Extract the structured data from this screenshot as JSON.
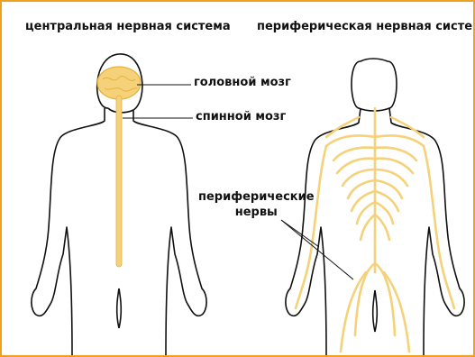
{
  "headings": {
    "central": "центральная нервная система",
    "peripheral": "периферическая нервная система"
  },
  "labels": {
    "brain": "головной мозг",
    "spinal_cord": "спинной мозг",
    "peripheral_nerves_line1": "периферические",
    "peripheral_nerves_line2": "нервы"
  },
  "colors": {
    "nerve": "#f5d27a",
    "nerve_outline": "#e5b040",
    "body_outline": "#111111",
    "frame": "#f0a020"
  }
}
